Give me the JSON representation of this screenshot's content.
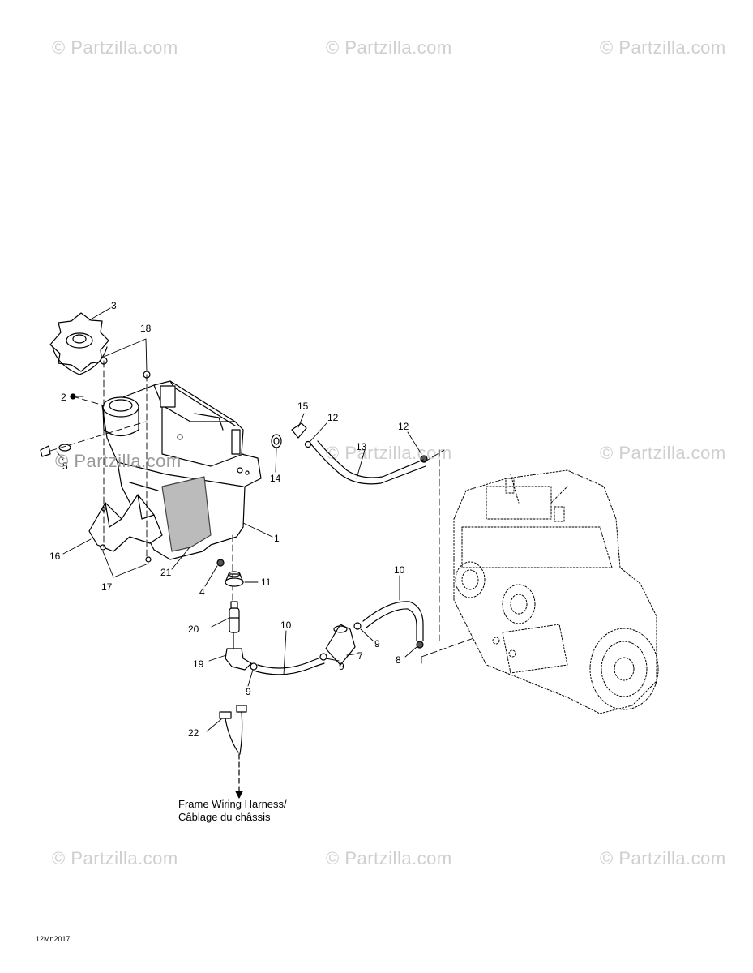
{
  "watermarks": [
    "© Partzilla.com",
    "© Partzilla.com",
    "© Partzilla.com",
    "© Partzilla.com",
    "© Partzilla.com",
    "© Partzilla.com",
    "© Partzilla.com",
    "© Partzilla.com",
    "© Partzilla.com"
  ],
  "callouts": {
    "c1": "1",
    "c2": "2",
    "c3": "3",
    "c4": "4",
    "c5": "5",
    "c7": "7",
    "c8": "8",
    "c9a": "9",
    "c9b": "9",
    "c9c": "9",
    "c10a": "10",
    "c10b": "10",
    "c11": "11",
    "c12a": "12",
    "c12b": "12",
    "c13": "13",
    "c14": "14",
    "c15": "15",
    "c16": "16",
    "c17": "17",
    "c18": "18",
    "c19": "19",
    "c20": "20",
    "c21": "21",
    "c22": "22"
  },
  "caption": {
    "line1": "Frame Wiring Harness/",
    "line2": "Câblage du châssis"
  },
  "drawing_code": "12Mn2017"
}
